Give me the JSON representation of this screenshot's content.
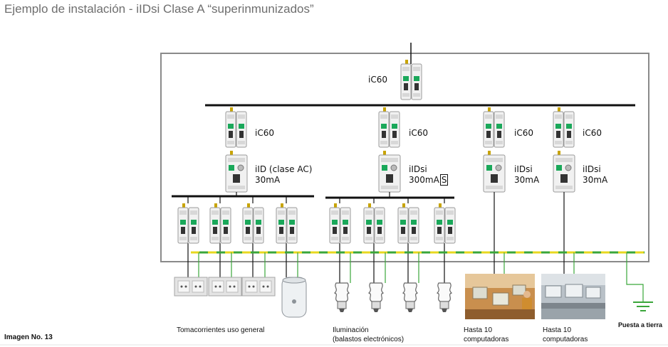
{
  "title": "Ejemplo de instalación - iIDsi Clase A “superinmunizados”",
  "devices": {
    "main": "iC60",
    "col1_breaker": "iC60",
    "col1_rcd_line1": "iID (clase AC)",
    "col1_rcd_line2": "30mA",
    "col2_breaker": "iC60",
    "col2_rcd_line1": "iIDsi",
    "col2_rcd_line2a": "300mA",
    "col2_rcd_line2b": "S",
    "col3_breaker": "iC60",
    "col3_rcd_line1": "iIDsi",
    "col3_rcd_line2": "30mA",
    "col4_breaker": "iC60",
    "col4_rcd_line1": "iIDsi",
    "col4_rcd_line2": "30mA"
  },
  "loads": {
    "outlets": "Tomacorrientes uso general",
    "lighting_line1": "Iluminación",
    "lighting_line2": "(balastos electrónicos)",
    "computers1_line1": "Hasta 10",
    "computers1_line2": "computadoras",
    "computers2_line1": "Hasta 10",
    "computers2_line2": "computadoras",
    "ground": "Puesta a tierra"
  },
  "image_number": "Imagen No. 13",
  "colors": {
    "frame": "#8a8a8a",
    "bus": "#111111",
    "earth_green": "#3aa63a",
    "earth_yellow": "#e8d820",
    "device_body": "#f1f1f1",
    "device_accent": "#1aa85a"
  }
}
